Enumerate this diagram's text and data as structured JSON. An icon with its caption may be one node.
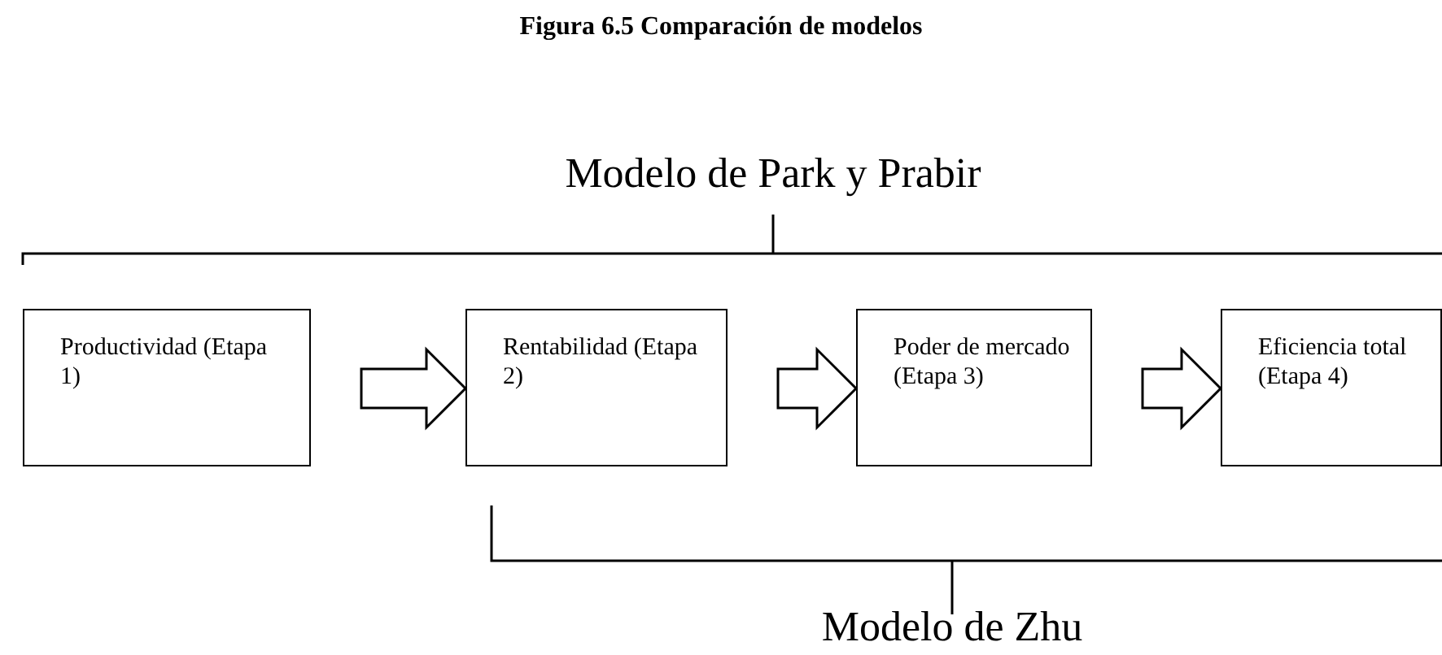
{
  "diagram": {
    "title": "Figura 6.5 Comparación de modelos",
    "nodes": [
      {
        "text": [
          "Productividad (Etapa 1)"
        ]
      },
      {
        "text": [
          "Rentabilidad (Etapa 2)"
        ]
      },
      {
        "text": [
          "Poder de mercado (Etapa 3)"
        ]
      },
      {
        "text": [
          "Eficiencia total (Etapa 4)"
        ]
      }
    ],
    "edges": [
      {
        "from": 0,
        "to": 1,
        "arrow": "to"
      },
      {
        "from": 1,
        "to": 2,
        "arrow": "to"
      },
      {
        "from": 2,
        "to": 3,
        "arrow": "to"
      }
    ],
    "labels": [
      "Modelo de Park y Prabir",
      "Modelo de Zhu"
    ]
  }
}
